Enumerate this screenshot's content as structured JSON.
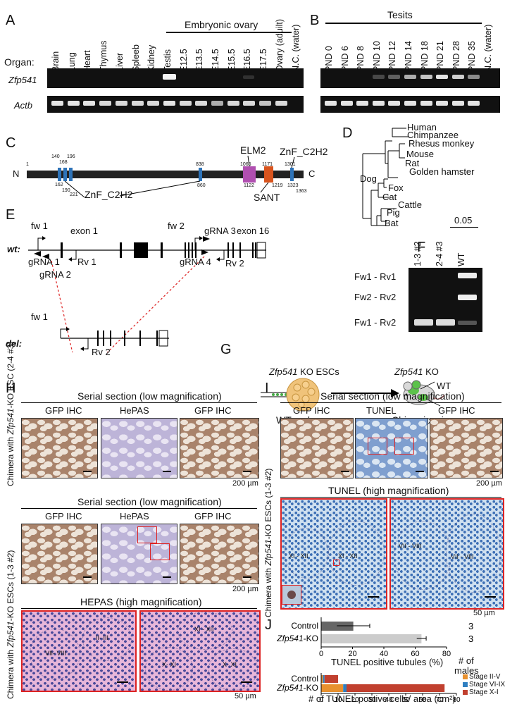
{
  "panels": {
    "A": "A",
    "B": "B",
    "C": "C",
    "D": "D",
    "E": "E",
    "F": "F",
    "G": "G",
    "H": "H",
    "I": "I",
    "J": "J"
  },
  "panelA": {
    "organ_label": "Organ:",
    "group_label": "Embryonic ovary",
    "lanes": [
      "Brain",
      "Lung",
      "Heart",
      "Thymus",
      "Liver",
      "Spleeb",
      "Kidney",
      "Testis",
      "E12.5",
      "E13.5",
      "E14.5",
      "E15.5",
      "E16.5",
      "E17.5",
      "Ovary (aduilt)",
      "N.C. (water)"
    ],
    "gene1": "Zfp541",
    "gene2": "Actb"
  },
  "panelB": {
    "group_label": "Tesits",
    "lanes": [
      "PND 0",
      "PND 6",
      "PND 8",
      "PND 10",
      "PND 12",
      "PND 14",
      "PND 18",
      "PND 21",
      "PND 28",
      "PND 35",
      "N.C. (water)"
    ]
  },
  "panelC": {
    "n": "N",
    "c": "C",
    "nums_top": [
      "1",
      "140",
      "168",
      "196",
      "838",
      "1065",
      "1171",
      "1301"
    ],
    "nums_bottom": [
      "162",
      "190",
      "221",
      "860",
      "1122",
      "1219",
      "1323",
      "1363"
    ],
    "znf1": "ZnF_C2H2",
    "elm2": "ELM2",
    "sant": "SANT",
    "znf2": "ZnF_C2H2"
  },
  "panelD": {
    "species": [
      "Human",
      "Chimpanzee",
      "Rhesus monkey",
      "Mouse",
      "Rat",
      "Golden hamster",
      "Dog",
      "Fox",
      "Cat",
      "Cattle",
      "Pig",
      "Bat"
    ],
    "scale": "0.05"
  },
  "panelE": {
    "wt": "wt:",
    "del": "del:",
    "fw1": "fw 1",
    "fw2": "fw 2",
    "rv1": "Rv 1",
    "rv2": "Rv 2",
    "exon1": "exon 1",
    "exon16": "exon 16",
    "grna1": "gRNA 1",
    "grna2": "gRNA 2",
    "grna3": "gRNA 3",
    "grna4": "gRNA 4"
  },
  "panelF": {
    "lanes": [
      "1-3 #2",
      "2-4 #3",
      "WT"
    ],
    "rows": [
      "Fw1 - Rv1",
      "Fw2 - Rv2",
      "Fw1 - Rv2"
    ]
  },
  "panelG": {
    "ko_escs": "KO ESCs",
    "gene": "Zfp541",
    "wt_embryo": "WT embryo",
    "ko": "KO",
    "wt": "WT",
    "chimeric": "Chimeric mice"
  },
  "panelH": {
    "title1": "Serial section (low magnification)",
    "title2": "Serial section (low magnification)",
    "gfp": "GFP IHC",
    "hepas": "HePAS",
    "scale1": "200 µm",
    "scale2": "200 µm",
    "side1_a": "Chimera with ",
    "side1_gene": "Zfp541",
    "side1_b": "-KO ESC (2-4 #3)",
    "side2_a": "Chimera with ",
    "side2_gene": "Zfp541",
    "side2_b": "-KO ESCs (1-3 #2)",
    "hi_title": "HEPAS (high magnification)",
    "stages_left": [
      "VII- VIII",
      "II- III"
    ],
    "stages_right": [
      "XI - XII",
      "X- XI",
      "X- XI"
    ],
    "scale3": "50 µm"
  },
  "panelI": {
    "title": "Serial section (low magnification)",
    "gfp": "GFP IHC",
    "tunel": "TUNEL",
    "scale1": "200 µm",
    "hi_title": "TUNEL (high magnification)",
    "side_a": "Chimera with ",
    "side_gene": "Zfp541",
    "side_b": "-KO ESCs (1-3 #2)",
    "stages_left": [
      "XI - XII",
      "XI - XII"
    ],
    "stages_right": [
      "VII - VIII",
      "VII - VIII"
    ],
    "scale2": "50 µm"
  },
  "chart_data": [
    {
      "type": "bar",
      "orientation": "horizontal",
      "categories": [
        "Control",
        "Zfp541-KO"
      ],
      "values": [
        20.5,
        64
      ],
      "errors": [
        10.5,
        3
      ],
      "xlabel": "TUNEL positive tubules (%)",
      "xlim": [
        0,
        80
      ],
      "xticks": [
        "0",
        "20",
        "40",
        "60",
        "80"
      ],
      "n_values": [
        "3",
        "3"
      ],
      "n_label_1": "# of",
      "n_label_2": "males",
      "colors": [
        "#666666",
        "#cccccc"
      ]
    },
    {
      "type": "bar",
      "orientation": "horizontal",
      "stacked": true,
      "categories": [
        "Control",
        "Zfp541-KO"
      ],
      "series": [
        {
          "name": "Stage II-V",
          "values": [
            1,
            13
          ],
          "color": "#e8912f"
        },
        {
          "name": "Stage VI-IX",
          "values": [
            1,
            2
          ],
          "color": "#2f7fc1"
        },
        {
          "name": "Stage X-I",
          "values": [
            8,
            58
          ],
          "color": "#c1402f"
        }
      ],
      "xlabel": "# of TUNEL postive cells/ area (cm²)",
      "xlim": [
        0,
        80
      ],
      "xticks": [
        "0",
        "10",
        "20",
        "30",
        "40",
        "50",
        "60",
        "70",
        "80"
      ],
      "legend": "right"
    }
  ]
}
